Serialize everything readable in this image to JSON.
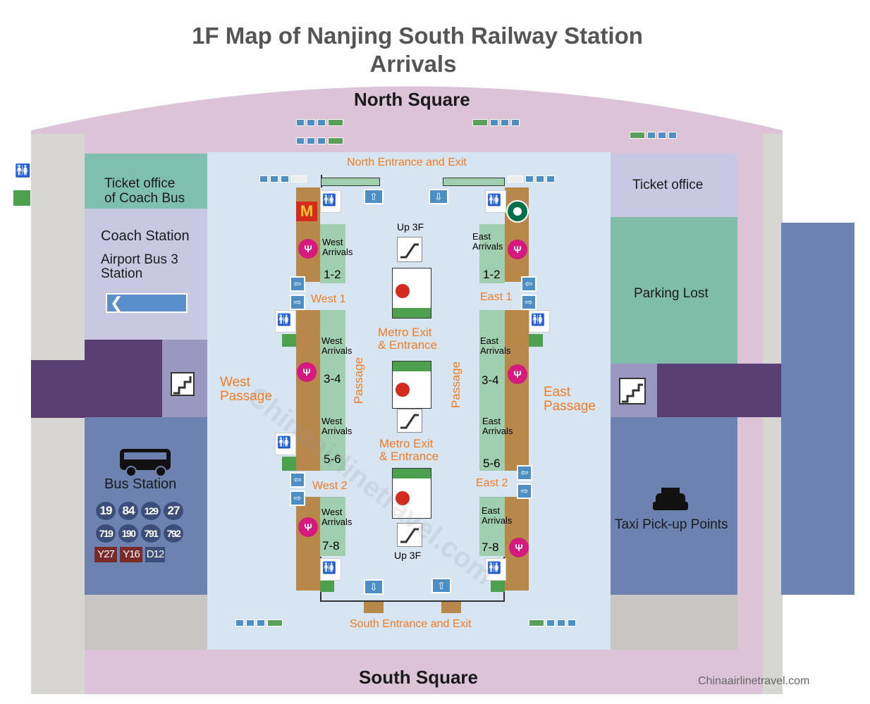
{
  "title": {
    "line1": "1F Map of Nanjing South Railway Station",
    "line2": "Arrivals"
  },
  "areas": {
    "north_square": "North Square",
    "south_square": "South Square",
    "north_entrance": "North Entrance and Exit",
    "south_entrance": "South Entrance and Exit",
    "ticket_office_coach_l1": "Ticket office",
    "ticket_office_coach_l2": "of Coach Bus",
    "coach_station": "Coach Station",
    "airport_bus_l1": "Airport Bus 3",
    "airport_bus_l2": "Station",
    "bus_station": "Bus Station",
    "ticket_office": "Ticket office",
    "parking_lot": "Parking Lost",
    "taxi": "Taxi Pick-up Points",
    "west_passage_l1": "West",
    "west_passage_l2": "Passage",
    "east_passage_l1": "East",
    "east_passage_l2": "Passage",
    "passage": "Passage"
  },
  "exits": {
    "west1": "West 1",
    "west2": "West 2",
    "east1": "East 1",
    "east2": "East 2"
  },
  "metro": {
    "label_l1": "Metro Exit",
    "label_l2": "& Entrance",
    "up3f": "Up 3F"
  },
  "gates": {
    "west": [
      {
        "line1": "West",
        "line2": "Arrivals",
        "num": "1-2"
      },
      {
        "line1": "West",
        "line2": "Arrivals",
        "num": "3-4"
      },
      {
        "line1": "West",
        "line2": "Arrivals",
        "num": "5-6"
      },
      {
        "line1": "West",
        "line2": "Arrivals",
        "num": "7-8"
      }
    ],
    "east": [
      {
        "line1": "East",
        "line2": "Arrivals",
        "num": "1-2"
      },
      {
        "line1": "East",
        "line2": "Arrivals",
        "num": "3-4"
      },
      {
        "line1": "East",
        "line2": "Arrivals",
        "num": "5-6"
      },
      {
        "line1": "East",
        "line2": "Arrivals",
        "num": "7-8"
      }
    ]
  },
  "bus_routes": {
    "row1": [
      "19",
      "84",
      "129",
      "27"
    ],
    "row2": [
      "719",
      "190",
      "791",
      "792"
    ],
    "row3": [
      "Y27",
      "Y16",
      "D12"
    ]
  },
  "icons": {
    "dining": "dining-icon",
    "toilet": "toilet-icon",
    "metro": "metro-icon",
    "escalator": "escalator-icon",
    "bus": "bus-icon",
    "taxi": "taxi-icon",
    "mcdonalds": "mcdonalds-logo",
    "starbucks": "starbucks-logo"
  },
  "colors": {
    "square": "#dcc3d8",
    "ticket_coach": "#7fbfb0",
    "coach_station": "#c9c8e3",
    "bus_station": "#6d82b0",
    "parking": "#80bda8",
    "taxi": "#6d82b0",
    "concourse": "#d7e4f2",
    "passage_dark": "#5a3f73",
    "gate_panel": "#9fcfae",
    "orange_text": "#f07c22"
  },
  "watermark": "Chinaairlinetravel.com",
  "footer_credit": "Chinaairlinetravel.com"
}
